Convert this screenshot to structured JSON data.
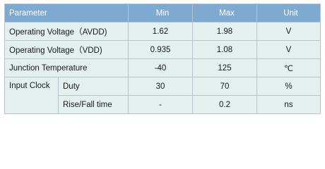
{
  "table": {
    "headers": [
      "Parameter",
      "Min",
      "Max",
      "Unit"
    ],
    "rows": [
      {
        "parameter": "Operating Voltage（AVDD)",
        "min": "1.62",
        "max": "1.98",
        "unit": "V"
      },
      {
        "parameter": "Operating Voltage（VDD)",
        "min": "0.935",
        "max": "1.08",
        "unit": "V"
      },
      {
        "parameter": "Junction Temperature",
        "min": "-40",
        "max": "125",
        "unit": "℃"
      }
    ],
    "group": {
      "label": "Input Clock",
      "subrows": [
        {
          "parameter": "Duty",
          "min": "30",
          "max": "70",
          "unit": "%"
        },
        {
          "parameter": "Rise/Fall time",
          "min": "-",
          "max": "0.2",
          "unit": "ns"
        }
      ]
    }
  }
}
